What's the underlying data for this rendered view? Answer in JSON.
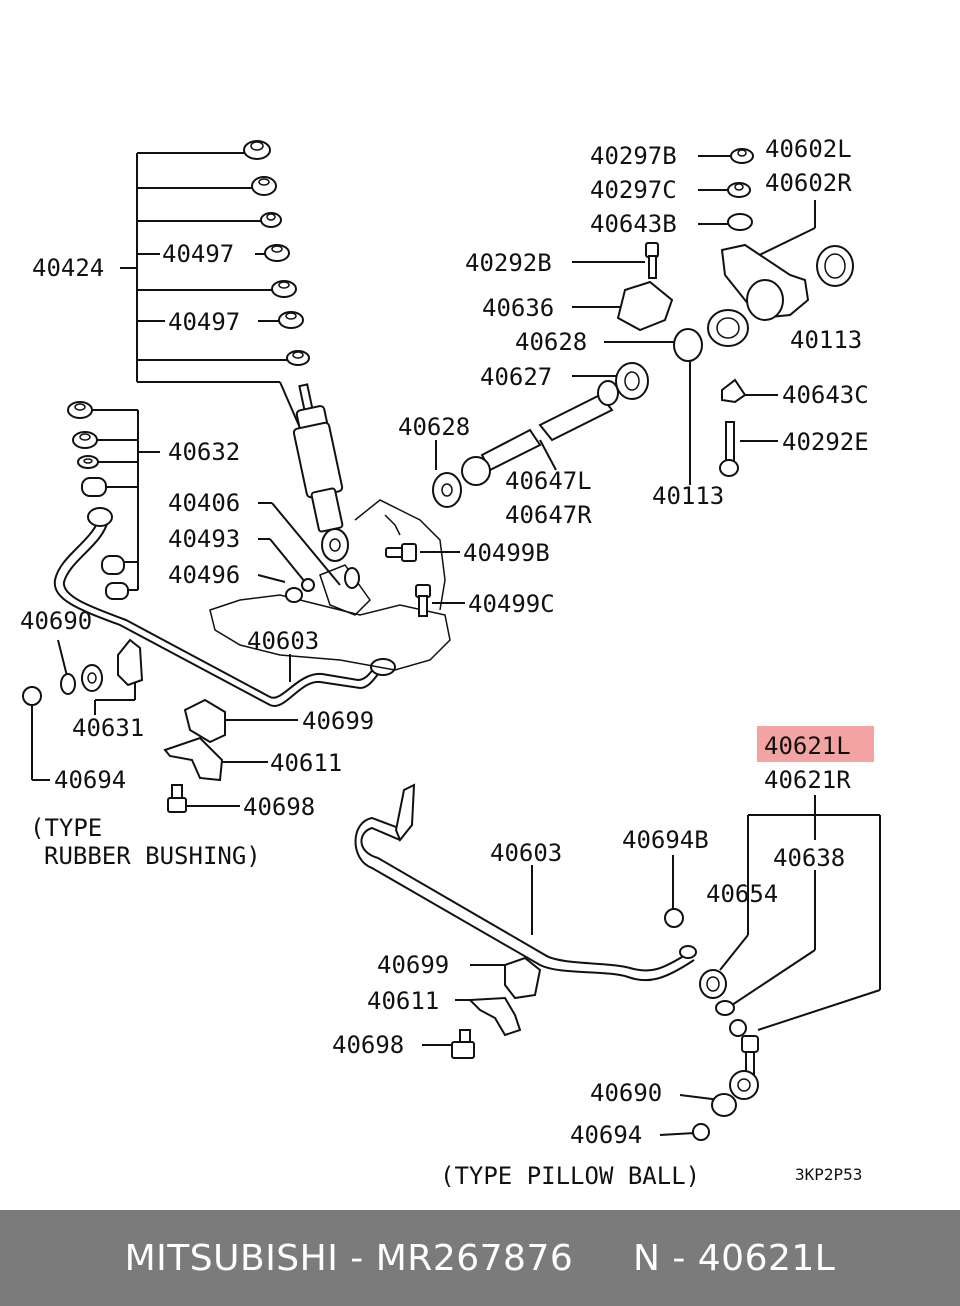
{
  "diagram": {
    "code": "3KP2P53",
    "notes": {
      "rubber_1": "(TYPE",
      "rubber_2": "RUBBER BUSHING)",
      "pillow": "(TYPE PILLOW BALL)"
    },
    "labels": {
      "p40424": "40424",
      "p40497a": "40497",
      "p40497b": "40497",
      "p40632": "40632",
      "p40406": "40406",
      "p40493": "40493",
      "p40496": "40496",
      "p40690a": "40690",
      "p40603a": "40603",
      "p40631": "40631",
      "p40694a": "40694",
      "p40699a": "40699",
      "p40611a": "40611",
      "p40698a": "40698",
      "p40297b": "40297B",
      "p40297c": "40297C",
      "p40643b": "40643B",
      "p40602l": "40602L",
      "p40602r": "40602R",
      "p40292b": "40292B",
      "p40636": "40636",
      "p40628a": "40628",
      "p40627": "40627",
      "p40113a": "40113",
      "p40643c": "40643C",
      "p40292e": "40292E",
      "p40113b": "40113",
      "p40628b": "40628",
      "p40647l": "40647L",
      "p40647r": "40647R",
      "p40499b": "40499B",
      "p40499c": "40499C",
      "p40621l": "40621L",
      "p40621r": "40621R",
      "p40638": "40638",
      "p40654": "40654",
      "p40694b": "40694B",
      "p40603b": "40603",
      "p40699b": "40699",
      "p40611b": "40611",
      "p40698b": "40698",
      "p40690b": "40690",
      "p40694c": "40694"
    },
    "highlight_color": "#f4a3a3"
  },
  "footer": {
    "brand": "MITSUBISHI",
    "separator": " - ",
    "part_number": "MR267876",
    "gap": "     ",
    "ref": "N - 40621L"
  }
}
